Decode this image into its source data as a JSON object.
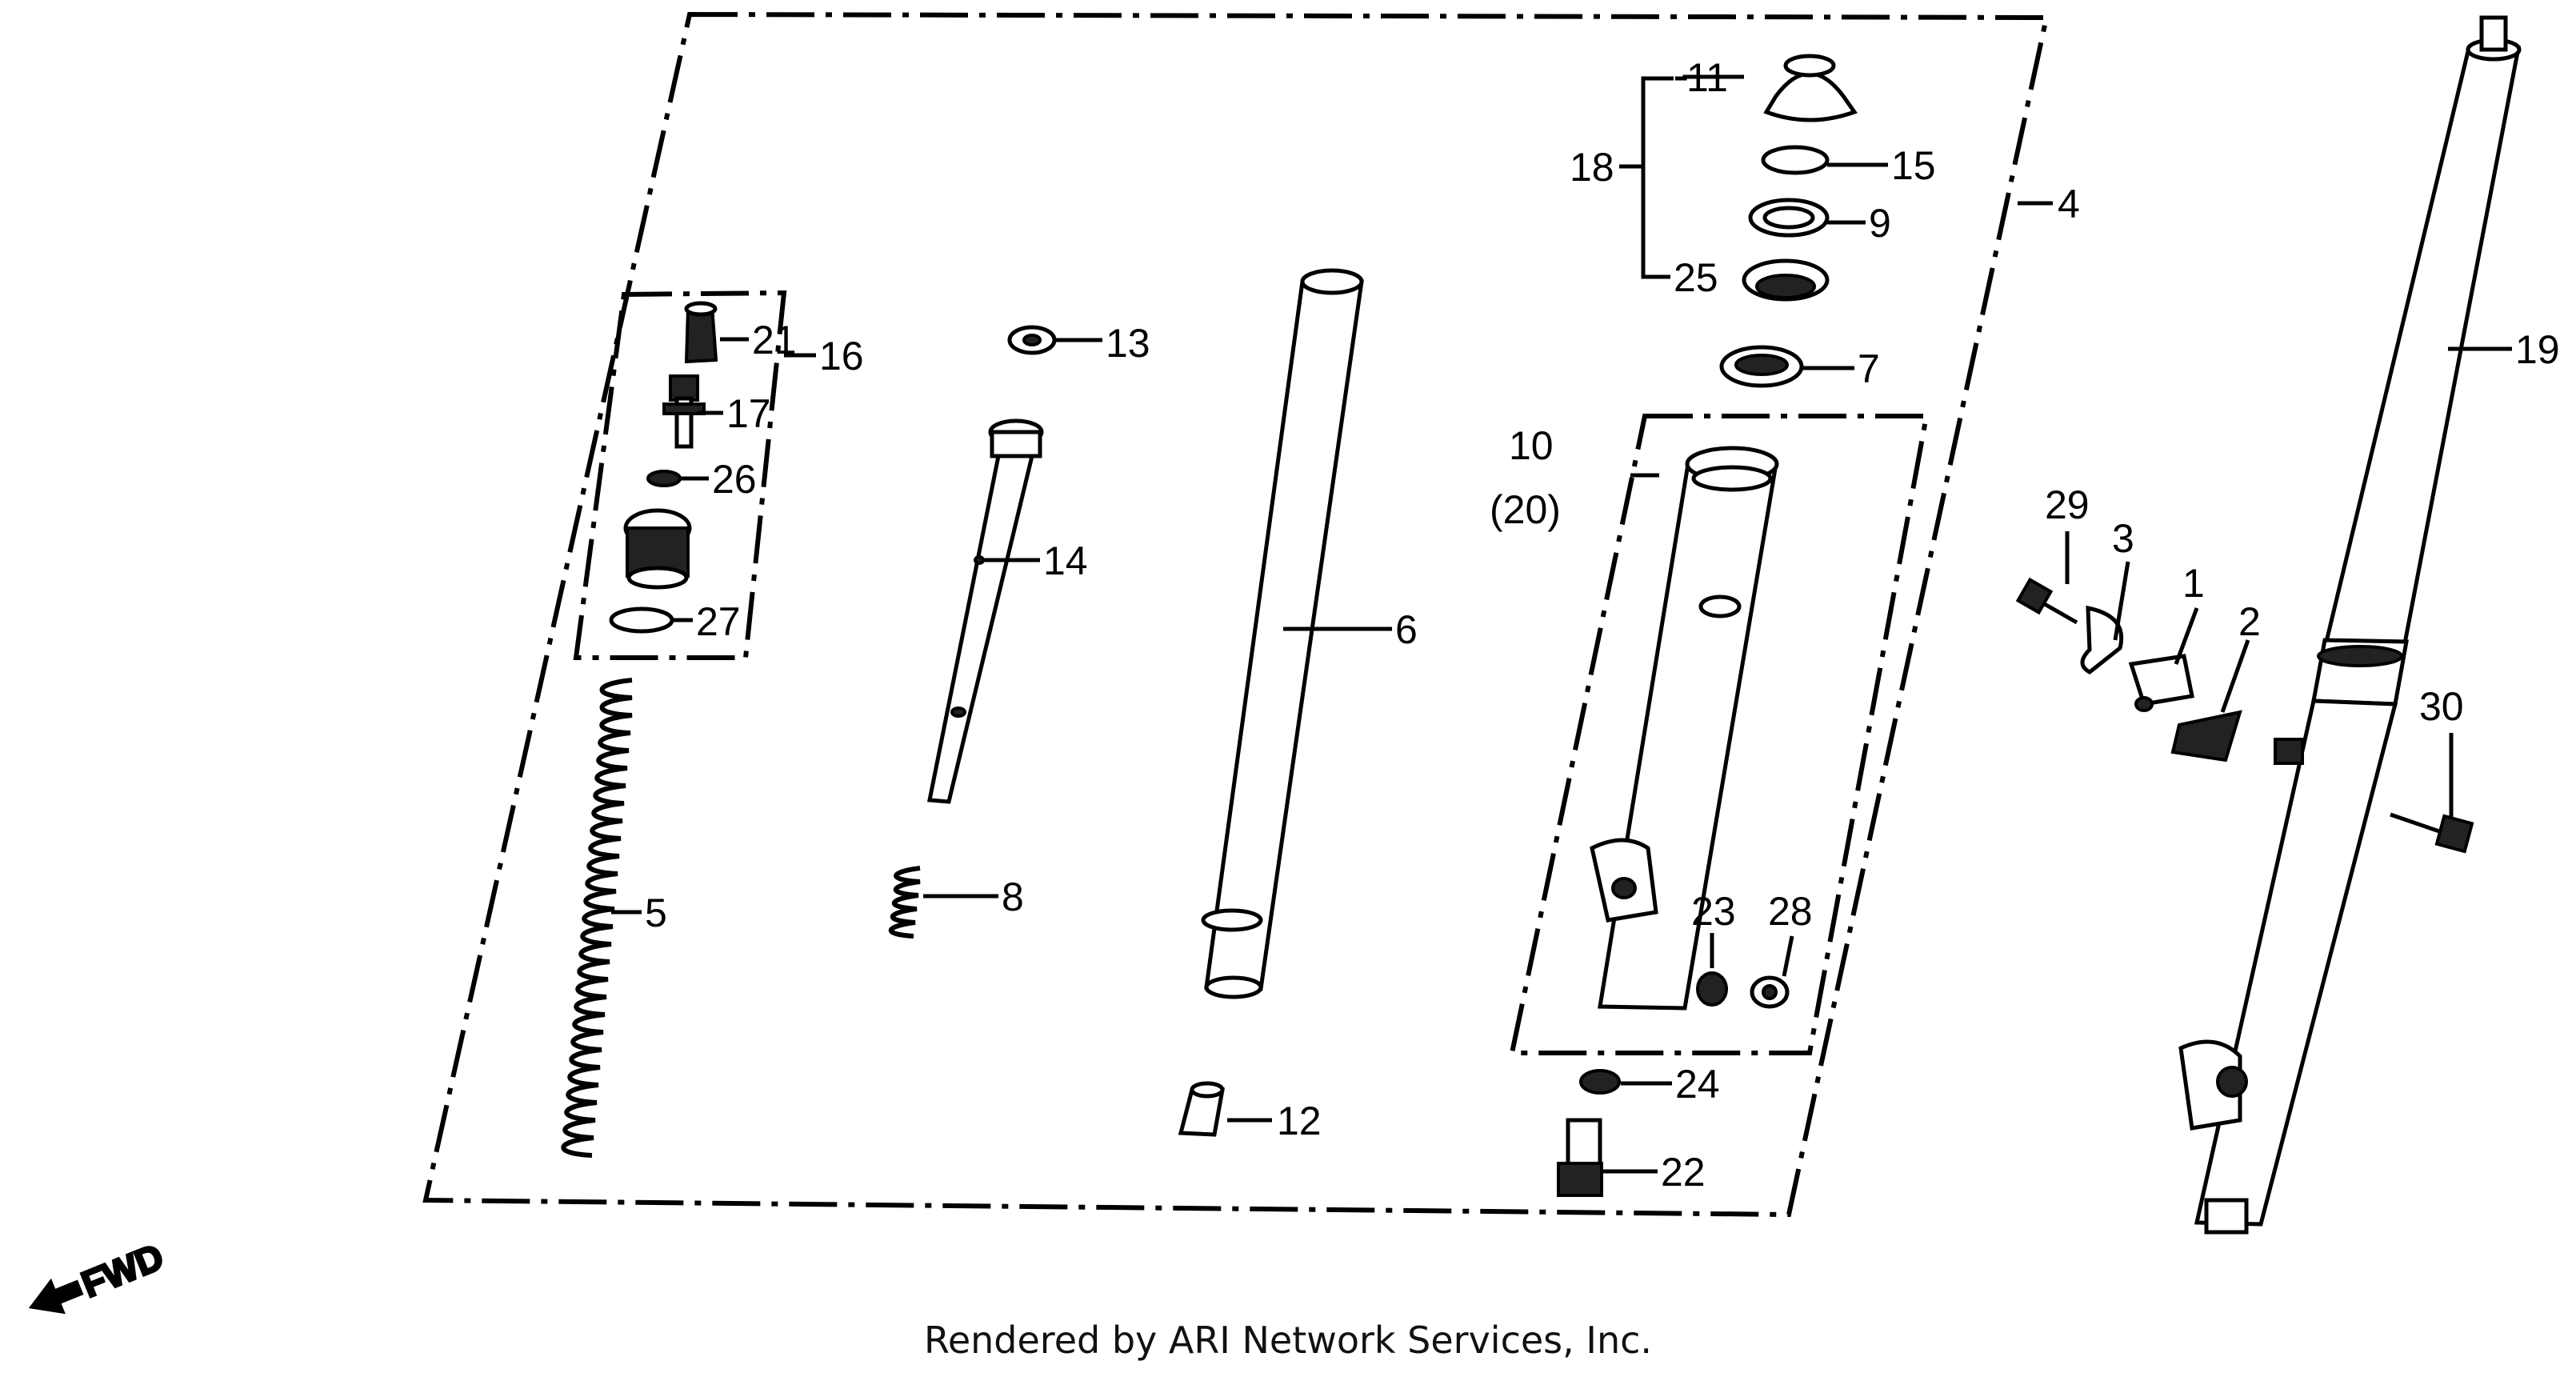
{
  "callouts": {
    "c1": "1",
    "c2": "2",
    "c3": "3",
    "c4": "4",
    "c5": "5",
    "c6": "6",
    "c7": "7",
    "c8": "8",
    "c9": "9",
    "c10": "10",
    "c11": "11",
    "c12": "12",
    "c13": "13",
    "c14": "14",
    "c15": "15",
    "c16": "16",
    "c17": "17",
    "c18": "18",
    "c19": "19",
    "c20": "(20)",
    "c21": "21",
    "c22": "22",
    "c23": "23",
    "c24": "24",
    "c25": "25",
    "c26": "26",
    "c27": "27",
    "c28": "28",
    "c29": "29",
    "c30": "30"
  },
  "fwd_label": "FWD",
  "credit": "Rendered by ARI Network Services, Inc.",
  "colors": {
    "ink": "#000000",
    "paper": "#ffffff"
  }
}
